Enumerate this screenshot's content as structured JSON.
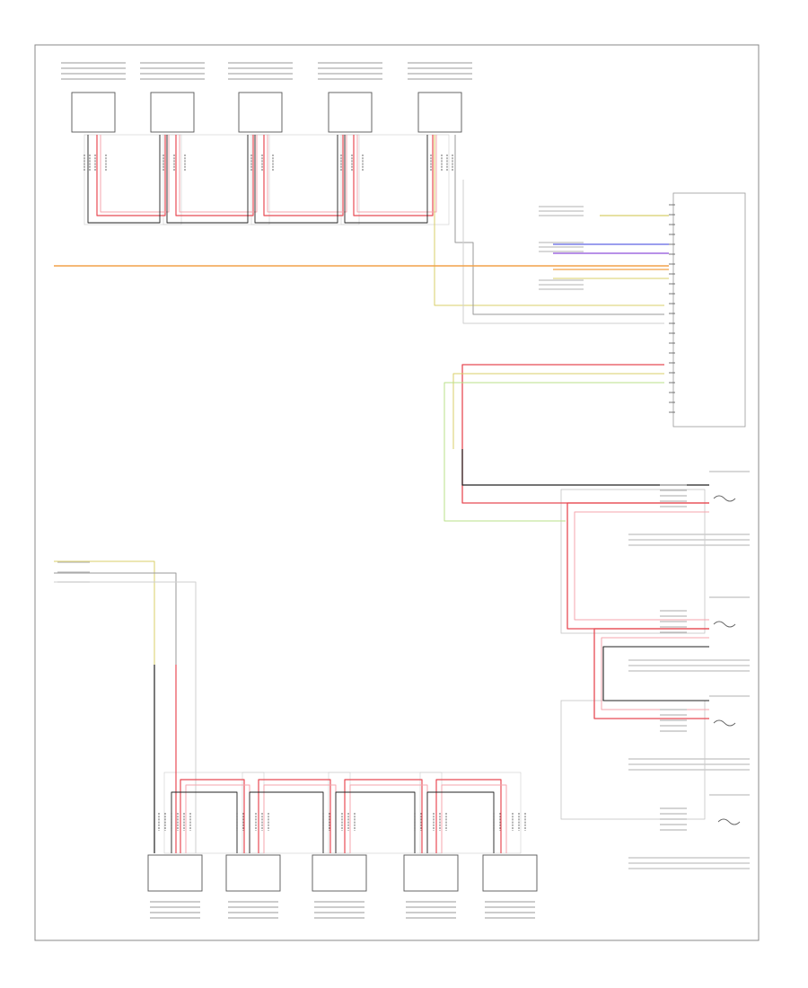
{
  "diagram": {
    "page_label": "",
    "main_connector_label": "",
    "wire_colors": {
      "red": "#e84b55",
      "pink": "#f4a6ad",
      "black": "#222222",
      "gray": "#9a9a9a",
      "lightgray": "#cfcfcf",
      "yellow": "#d8cf6a",
      "orange": "#f2a248",
      "blue": "#7a7ee8",
      "violet": "#a06ce0",
      "green": "#b9e08a"
    },
    "top_modules": [
      {
        "id": "tm1",
        "label": ""
      },
      {
        "id": "tm2",
        "label": ""
      },
      {
        "id": "tm3",
        "label": ""
      },
      {
        "id": "tm4",
        "label": ""
      },
      {
        "id": "tm5",
        "label": ""
      }
    ],
    "bottom_modules": [
      {
        "id": "bm1",
        "label": ""
      },
      {
        "id": "bm2",
        "label": ""
      },
      {
        "id": "bm3",
        "label": ""
      },
      {
        "id": "bm4",
        "label": ""
      },
      {
        "id": "bm5",
        "label": ""
      }
    ],
    "right_modules": [
      {
        "id": "rm1",
        "label": ""
      },
      {
        "id": "rm2",
        "label": ""
      },
      {
        "id": "rm3",
        "label": ""
      },
      {
        "id": "rm4",
        "label": ""
      }
    ]
  }
}
